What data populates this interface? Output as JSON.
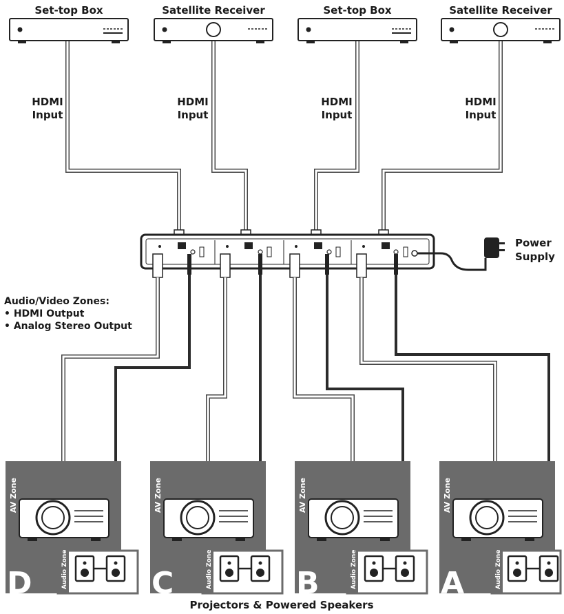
{
  "sources": [
    {
      "label": "Set-top Box",
      "has_dial": false
    },
    {
      "label": "Satellite Receiver",
      "has_dial": true
    },
    {
      "label": "Set-top Box",
      "has_dial": false
    },
    {
      "label": "Satellite Receiver",
      "has_dial": true
    }
  ],
  "hdmi_input_label": [
    "HDMI",
    "Input"
  ],
  "power_label": [
    "Power",
    "Supply"
  ],
  "zones_heading": "Audio/Video Zones:",
  "zones_bullets": [
    "• HDMI Output",
    "• Analog Stereo Output"
  ],
  "zones": [
    {
      "letter": "D",
      "av_tag": "AV Zone",
      "audio_tag": "Audio Zone"
    },
    {
      "letter": "C",
      "av_tag": "AV Zone",
      "audio_tag": "Audio Zone"
    },
    {
      "letter": "B",
      "av_tag": "AV Zone",
      "audio_tag": "Audio Zone"
    },
    {
      "letter": "A",
      "av_tag": "AV Zone",
      "audio_tag": "Audio Zone"
    }
  ],
  "footer": "Projectors & Powered Speakers",
  "colors": {
    "zone_panel": "#6b6b6b",
    "cable": "#444444",
    "device": "#ffffff"
  }
}
